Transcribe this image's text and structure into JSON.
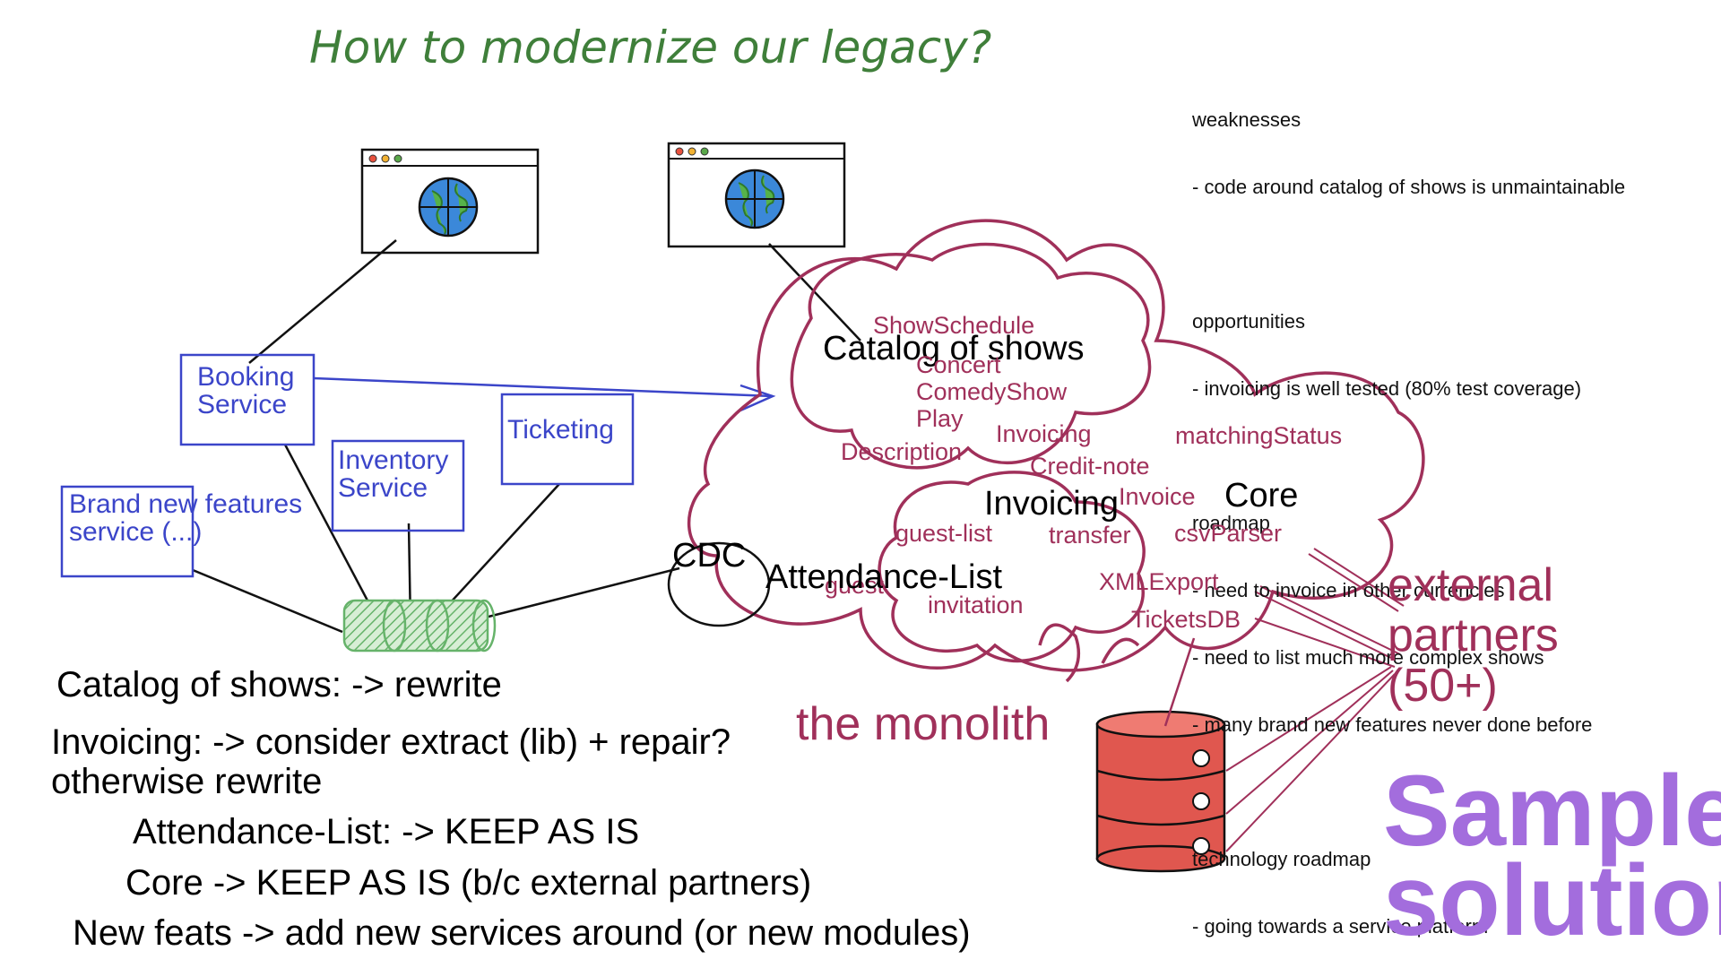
{
  "title": "How to modernize our legacy?",
  "notes": {
    "weaknesses_heading": "weaknesses",
    "weaknesses_items": [
      "- code around catalog of shows is unmaintainable"
    ],
    "opportunities_heading": "opportunities",
    "opportunities_items": [
      "- invoicing is well tested (80% test coverage)"
    ],
    "roadmap_heading": "roadmap",
    "roadmap_items": [
      "- need to invoice in other currencies",
      "- need to list much more complex shows",
      "- many brand new features never done before"
    ],
    "tech_heading": "technology roadmap",
    "tech_items": [
      "- going towards a service platform"
    ]
  },
  "services": {
    "booking": "Booking\nService",
    "inventory": "Inventory\nService",
    "ticketing": "Ticketing",
    "brand_new": "Brand new features\nservice (...)"
  },
  "monolith": {
    "modules": {
      "catalog": "Catalog of shows",
      "invoicing": "Invoicing",
      "core": "Core",
      "attendance": "Attendance-List"
    },
    "classes": {
      "show_schedule": "ShowSchedule",
      "concert": "Concert",
      "comedy_show": "ComedyShow",
      "play": "Play",
      "description": "Description",
      "invoicing": "Invoicing",
      "credit_note": "Credit-note",
      "matching_status": "matchingStatus",
      "invoice": "Invoice",
      "guest_list": "guest-list",
      "transfer": "transfer",
      "csv_parser": "csvParser",
      "xml_export": "XMLExport",
      "guest": "guest",
      "invitation": "invitation",
      "tickets_db": "TicketsDB"
    },
    "label": "the monolith"
  },
  "cdc": "CDC",
  "external_partners": "external\npartners\n(50+)",
  "decisions": {
    "catalog": "Catalog of shows: -> rewrite",
    "invoicing": "Invoicing: -> consider extract (lib) + repair?\notherwise rewrite",
    "attendance": "Attendance-List: -> KEEP AS IS",
    "core": "Core -> KEEP AS IS (b/c external partners)",
    "new_feats": "New feats -> add new services around (or new modules)"
  },
  "sample_label": "Sample\nsolution",
  "colors": {
    "title_green": "#3f7f3a",
    "service_blue": "#3b45c9",
    "monolith_red": "#a0305a",
    "database_red": "#e0574f",
    "bus_green": "#66b36a",
    "sample_purple": "#a36ddd"
  },
  "icons": [
    "browser-window-icon",
    "globe-icon",
    "database-icon",
    "message-bus-icon"
  ]
}
